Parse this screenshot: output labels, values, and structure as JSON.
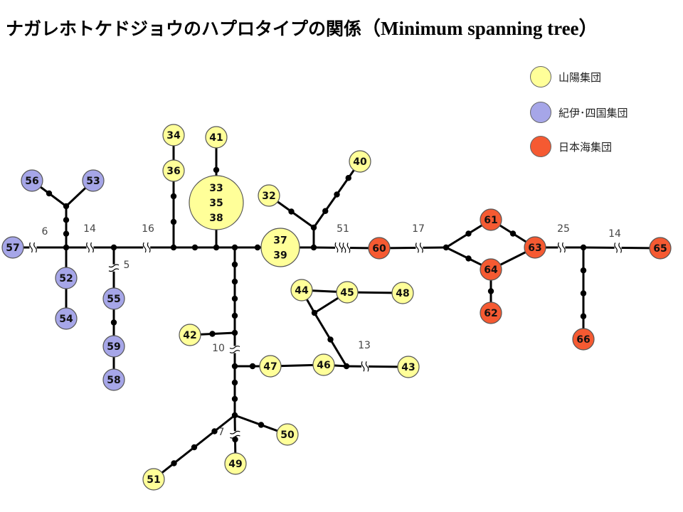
{
  "title": {
    "main": "ナガレホトケドジョウのハプロタイプの関係",
    "sub": "（Minimum spanning tree）"
  },
  "colors": {
    "san_yo": "#ffff99",
    "kii_shikoku": "#a6a6e8",
    "nihonkai": "#f55a32",
    "edge": "#000000"
  },
  "legend": [
    {
      "label": "山陽集団",
      "group": "san_yo"
    },
    {
      "label": "紀伊･四国集団",
      "group": "kii_shikoku"
    },
    {
      "label": "日本海集団",
      "group": "nihonkai"
    }
  ],
  "haplotypes": [
    {
      "id": "h56",
      "labels": [
        "56"
      ],
      "group": "kii_shikoku"
    },
    {
      "id": "h53",
      "labels": [
        "53"
      ],
      "group": "kii_shikoku"
    },
    {
      "id": "h57",
      "labels": [
        "57"
      ],
      "group": "kii_shikoku"
    },
    {
      "id": "h52",
      "labels": [
        "52"
      ],
      "group": "kii_shikoku"
    },
    {
      "id": "h54",
      "labels": [
        "54"
      ],
      "group": "kii_shikoku"
    },
    {
      "id": "h55",
      "labels": [
        "55"
      ],
      "group": "kii_shikoku"
    },
    {
      "id": "h59",
      "labels": [
        "59"
      ],
      "group": "kii_shikoku"
    },
    {
      "id": "h58",
      "labels": [
        "58"
      ],
      "group": "kii_shikoku"
    },
    {
      "id": "h34",
      "labels": [
        "34"
      ],
      "group": "san_yo"
    },
    {
      "id": "h36",
      "labels": [
        "36"
      ],
      "group": "san_yo"
    },
    {
      "id": "h41",
      "labels": [
        "41"
      ],
      "group": "san_yo"
    },
    {
      "id": "h33",
      "labels": [
        "33",
        "35",
        "38"
      ],
      "group": "san_yo"
    },
    {
      "id": "h32",
      "labels": [
        "32"
      ],
      "group": "san_yo"
    },
    {
      "id": "h40",
      "labels": [
        "40"
      ],
      "group": "san_yo"
    },
    {
      "id": "h37",
      "labels": [
        "37",
        "39"
      ],
      "group": "san_yo"
    },
    {
      "id": "h44",
      "labels": [
        "44"
      ],
      "group": "san_yo"
    },
    {
      "id": "h45",
      "labels": [
        "45"
      ],
      "group": "san_yo"
    },
    {
      "id": "h48",
      "labels": [
        "48"
      ],
      "group": "san_yo"
    },
    {
      "id": "h42",
      "labels": [
        "42"
      ],
      "group": "san_yo"
    },
    {
      "id": "h47",
      "labels": [
        "47"
      ],
      "group": "san_yo"
    },
    {
      "id": "h46",
      "labels": [
        "46"
      ],
      "group": "san_yo"
    },
    {
      "id": "h43",
      "labels": [
        "43"
      ],
      "group": "san_yo"
    },
    {
      "id": "h50",
      "labels": [
        "50"
      ],
      "group": "san_yo"
    },
    {
      "id": "h49",
      "labels": [
        "49"
      ],
      "group": "san_yo"
    },
    {
      "id": "h51",
      "labels": [
        "51"
      ],
      "group": "san_yo"
    },
    {
      "id": "h60",
      "labels": [
        "60"
      ],
      "group": "nihonkai"
    },
    {
      "id": "h61",
      "labels": [
        "61"
      ],
      "group": "nihonkai"
    },
    {
      "id": "h63",
      "labels": [
        "63"
      ],
      "group": "nihonkai"
    },
    {
      "id": "h64",
      "labels": [
        "64"
      ],
      "group": "nihonkai"
    },
    {
      "id": "h62",
      "labels": [
        "62"
      ],
      "group": "nihonkai"
    },
    {
      "id": "h65",
      "labels": [
        "65"
      ],
      "group": "nihonkai"
    },
    {
      "id": "h66",
      "labels": [
        "66"
      ],
      "group": "nihonkai"
    }
  ],
  "step_labels": [
    "6",
    "14",
    "16",
    "5",
    "51",
    "17",
    "25",
    "14",
    "10",
    "13",
    "7"
  ]
}
